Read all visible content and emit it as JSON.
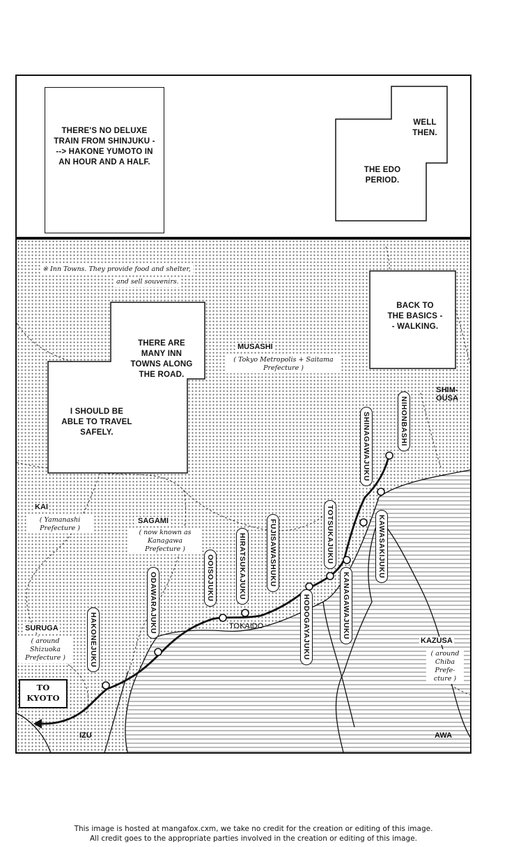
{
  "top_panel": {
    "caption_left": "THERE'S NO DELUXE TRAIN FROM SHINJUKU ---> HAKONE YUMOTO IN AN HOUR AND A HALF.",
    "caption_right_1": "WELL THEN.",
    "caption_right_2": "THE EDO PERIOD."
  },
  "map": {
    "note_1": "※ Inn Towns. They provide food and shelter,",
    "note_2": "and sell souvenirs.",
    "caption_back": "BACK TO THE BASICS -- WALKING.",
    "caption_many": "THERE ARE MANY INN TOWNS ALONG THE ROAD.",
    "caption_safe": "I SHOULD BE ABLE TO TRAVEL SAFELY.",
    "regions": {
      "musashi": "MUSASHI",
      "musashi_note": "( Tokyo Metropolis + Saitama Prefecture )",
      "shimousa": "SHIM- OUSA",
      "kai": "KAI",
      "kai_note": "( Yamanashi Prefecture )",
      "sagami": "SAGAMI",
      "sagami_note": "( now known as Kanagawa Prefecture )",
      "suruga": "SURUGA",
      "suruga_note": "( around Shizuoka Prefecture )",
      "kazusa": "KAZUSA",
      "kazusa_note": "( around Chiba Prefe- cture )",
      "izu": "IZU",
      "awa": "AWA"
    },
    "road_label": "TOKAIDO",
    "to_kyoto": "TO KYOTO",
    "stations": {
      "nihonbashi": "NIHONBASHI",
      "shinagawajuku": "SHINAGAWAJUKU",
      "kawasakijuku": "KAWASAKIJUKU",
      "totsukajuku": "TOTSUKAJUKU",
      "kanagawajuku": "KANAGAWAJUKU",
      "fujisawashuku": "FUJISAWASHUKU",
      "hiratsukajuku": "HIRATSUKAJUKU",
      "hodogayajuku": "HODOGAYAJUKU",
      "ooisojuku": "OOISOJUKU",
      "odawarajuku": "ODAWARAJUKU",
      "hakonejuku": "HAKONEJUKU"
    }
  },
  "footer": {
    "line_1": "This image is hosted at mangafox.cxm, we take no credit for the creation or editing of this image.",
    "line_2": "All credit goes to the appropriate parties involved in the creation or editing of this image."
  }
}
